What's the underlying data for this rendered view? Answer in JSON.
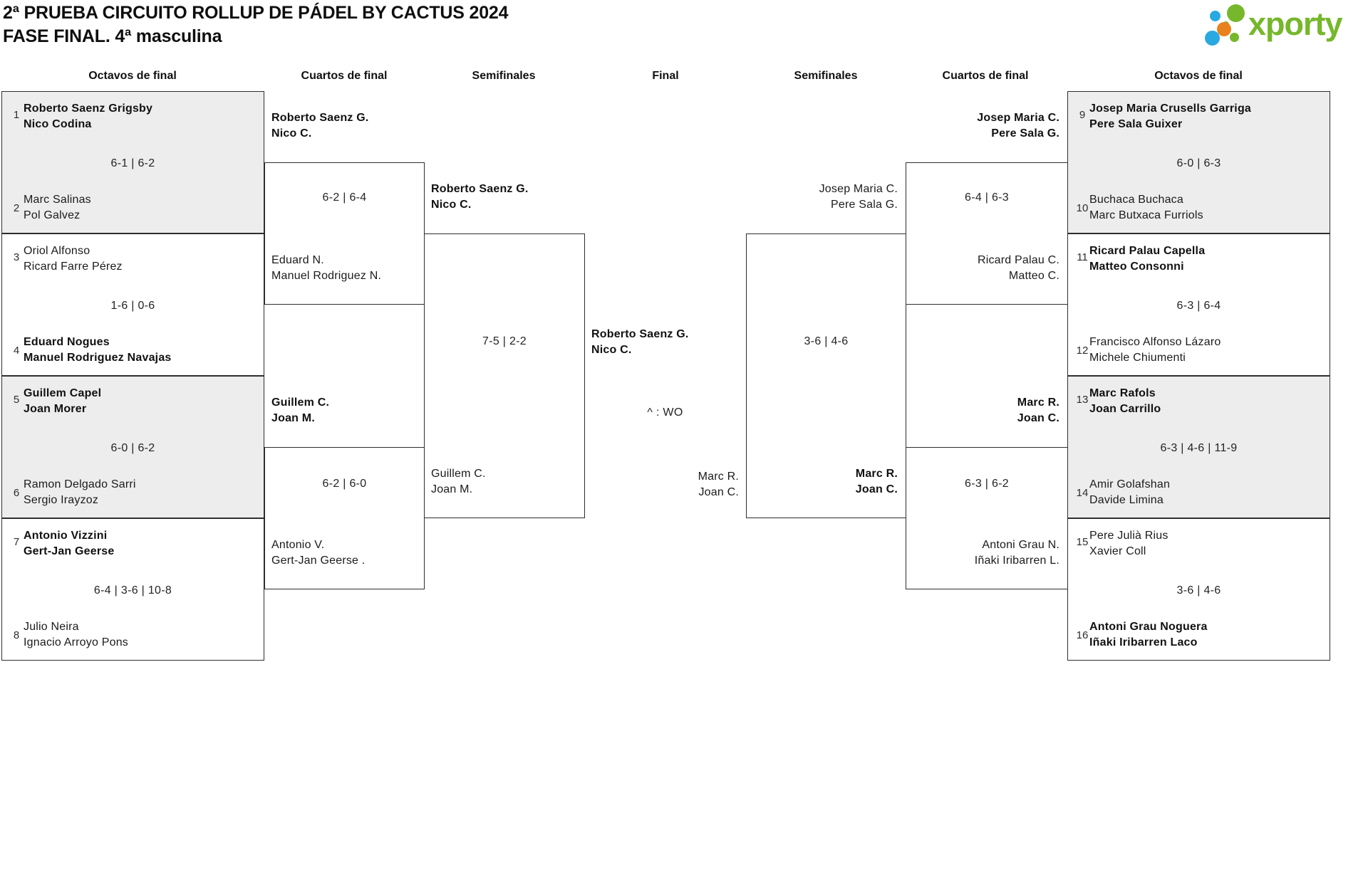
{
  "title": {
    "line1": "2ª PRUEBA CIRCUITO ROLLUP DE PÁDEL BY CACTUS 2024",
    "line2": "FASE FINAL. 4ª masculina"
  },
  "logo": {
    "brand": "xporty",
    "green": "#76b72c",
    "blue": "#29a9e1",
    "orange": "#e8811e"
  },
  "headers": {
    "r16_left": "Octavos de final",
    "qf_left": "Cuartos de final",
    "sf_left": "Semifinales",
    "final": "Final",
    "sf_right": "Semifinales",
    "qf_right": "Cuartos de final",
    "r16_right": "Octavos de final"
  },
  "colors": {
    "box_border": "#2e2e2e",
    "box_fill_alt": "#ededed",
    "text": "#1b1b1b"
  },
  "r16": [
    {
      "top": {
        "seed": "1",
        "line1": "Roberto Saenz Grigsby",
        "line2": "Nico Codina"
      },
      "bottom": {
        "seed": "2",
        "line1": "Marc Salinas",
        "line2": "Pol Galvez"
      },
      "score": "6-1 | 6-2",
      "winner": "top"
    },
    {
      "top": {
        "seed": "3",
        "line1": "Oriol Alfonso",
        "line2": "Ricard Farre Pérez"
      },
      "bottom": {
        "seed": "4",
        "line1": "Eduard Nogues",
        "line2": "Manuel Rodriguez Navajas"
      },
      "score": "1-6 | 0-6",
      "winner": "bottom"
    },
    {
      "top": {
        "seed": "5",
        "line1": "Guillem Capel",
        "line2": "Joan Morer"
      },
      "bottom": {
        "seed": "6",
        "line1": "Ramon Delgado Sarri",
        "line2": "Sergio Irayzoz"
      },
      "score": "6-0 | 6-2",
      "winner": "top"
    },
    {
      "top": {
        "seed": "7",
        "line1": "Antonio Vizzini",
        "line2": "Gert-Jan Geerse"
      },
      "bottom": {
        "seed": "8",
        "line1": "Julio Neira",
        "line2": "Ignacio Arroyo Pons"
      },
      "score": "6-4 | 3-6 | 10-8",
      "winner": "top"
    },
    {
      "top": {
        "seed": "9",
        "line1": "Josep Maria Crusells Garriga",
        "line2": "Pere Sala Guixer"
      },
      "bottom": {
        "seed": "10",
        "line1": "Buchaca Buchaca",
        "line2": "Marc Butxaca Furriols"
      },
      "score": "6-0 | 6-3",
      "winner": "top"
    },
    {
      "top": {
        "seed": "11",
        "line1": "Ricard Palau Capella",
        "line2": "Matteo Consonni"
      },
      "bottom": {
        "seed": "12",
        "line1": "Francisco Alfonso Lázaro",
        "line2": "Michele Chiumenti"
      },
      "score": "6-3 | 6-4",
      "winner": "top"
    },
    {
      "top": {
        "seed": "13",
        "line1": "Marc Rafols",
        "line2": "Joan Carrillo"
      },
      "bottom": {
        "seed": "14",
        "line1": "Amir Golafshan",
        "line2": "Davide Limina"
      },
      "score": "6-3 | 4-6 | 11-9",
      "winner": "top"
    },
    {
      "top": {
        "seed": "15",
        "line1": "Pere Julià Rius",
        "line2": "Xavier Coll"
      },
      "bottom": {
        "seed": "16",
        "line1": "Antoni Grau Noguera",
        "line2": "Iñaki Iribarren Laco"
      },
      "score": "3-6 | 4-6",
      "winner": "bottom"
    }
  ],
  "qf": [
    {
      "top": {
        "line1": "Roberto Saenz G.",
        "line2": "Nico C."
      },
      "bottom": {
        "line1": "Eduard N.",
        "line2": "Manuel Rodriguez N."
      },
      "score": "6-2 | 6-4",
      "winner": "top"
    },
    {
      "top": {
        "line1": "Guillem C.",
        "line2": "Joan M."
      },
      "bottom": {
        "line1": "Antonio V.",
        "line2": "Gert-Jan Geerse ."
      },
      "score": "6-2 | 6-0",
      "winner": "top"
    },
    {
      "top": {
        "line1": "Josep Maria C.",
        "line2": "Pere Sala G."
      },
      "bottom": {
        "line1": "Ricard Palau C.",
        "line2": "Matteo C."
      },
      "score": "6-4 | 6-3",
      "winner": "top"
    },
    {
      "top": {
        "line1": "Marc R.",
        "line2": "Joan C."
      },
      "bottom": {
        "line1": "Antoni Grau N.",
        "line2": "Iñaki Iribarren L."
      },
      "score": "6-3 | 6-2",
      "winner": "top"
    }
  ],
  "sf": [
    {
      "top": {
        "line1": "Roberto Saenz G.",
        "line2": "Nico C."
      },
      "bottom": {
        "line1": "Guillem C.",
        "line2": "Joan M."
      },
      "score": "7-5 | 2-2",
      "winner": "top"
    },
    {
      "top": {
        "line1": "Josep Maria C.",
        "line2": "Pere Sala G."
      },
      "bottom": {
        "line1": "Marc R.",
        "line2": "Joan C."
      },
      "score": "3-6 | 4-6",
      "winner": "bottom"
    }
  ],
  "final": {
    "top": {
      "line1": "Roberto Saenz G.",
      "line2": "Nico C."
    },
    "bottom": {
      "line1": "Marc R.",
      "line2": "Joan C."
    },
    "score": "^ : WO",
    "winner": "top"
  }
}
